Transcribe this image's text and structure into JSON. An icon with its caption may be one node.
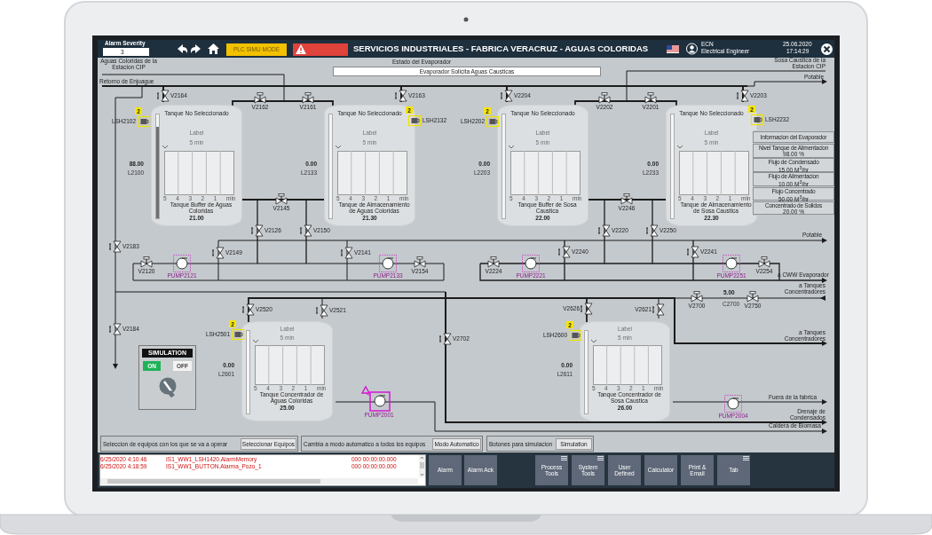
{
  "diagram": {
    "nodes": [
      {
        "text": [
          "Tanque No Seleccionado",
          "Label",
          "5 min",
          "5",
          "4",
          "3",
          "2",
          "1",
          "min",
          "Tanque Buffer de Aguas Coloridas",
          "21.00"
        ],
        "beside": [
          "88.00",
          "L2100"
        ]
      },
      {
        "text": [
          "Tanque No Seleccionado",
          "Label",
          "5 min",
          "5",
          "4",
          "3",
          "2",
          "1",
          "min",
          "Tanque de Almacenamiento de Aguas Coloridas",
          "21.30"
        ],
        "beside": [
          "0.00",
          "L2133"
        ]
      },
      {
        "text": [
          "Tanque No Seleccionado",
          "Label",
          "5 min",
          "5",
          "4",
          "3",
          "2",
          "1",
          "min",
          "Tanque Buffer de Sosa Caustica",
          "22.00"
        ],
        "beside": [
          "0.00",
          "L2203"
        ]
      },
      {
        "text": [
          "Tanque No Seleccionado",
          "Label",
          "5 min",
          "5",
          "4",
          "3",
          "2",
          "1",
          "min",
          "Tanque de Almacenamiento de Sosa Caustica",
          "22.30"
        ],
        "beside": [
          "0.00",
          "L2233"
        ]
      },
      {
        "text": [
          "Label",
          "5 min",
          "5",
          "4",
          "3",
          "2",
          "1",
          "min",
          "Tanque Concentrador de Aguas Coloridas",
          "25.00"
        ],
        "beside": [
          "0.00",
          "L2601"
        ]
      },
      {
        "text": [
          "Label",
          "5 min",
          "5",
          "4",
          "3",
          "2",
          "1",
          "min",
          "Tanque Concentrador de Sosa Caustica",
          "26.00"
        ],
        "beside": [
          "0.00",
          "L2611"
        ]
      },
      {
        "text": [
          "Informacion del Evaporador"
        ]
      },
      {
        "text": [
          "Nivel Tanque de Alimentacion",
          "98.00 %"
        ],
        "in": 6
      },
      {
        "text": [
          "Flujo de Condensado",
          "15.00 M$^{3}$/hr"
        ],
        "in": 6
      },
      {
        "text": [
          "Flujo de Alimentacion",
          "10.00 M$^{3}$/hr"
        ],
        "in": 6
      },
      {
        "text": [
          "Flujo Concentrado",
          "50.00 M$^{3}$/hr"
        ],
        "in": 6
      },
      {
        "text": [
          "Concentrado de Solidos",
          "20.00 %"
        ],
        "in": 6
      },
      {
        "text": [
          "SIMULATION"
        ]
      }
    ],
    "edges": [
      {
        "from": 0,
        "to": 1,
        "arrow": "none"
      },
      {
        "from": 2,
        "to": 3,
        "arrow": "none"
      },
      {
        "from": 0,
        "to": 1,
        "arrow": "none"
      },
      {
        "from": 2,
        "to": 3,
        "arrow": "none"
      },
      {
        "from": 4,
        "to": 5,
        "arrow": "none"
      }
    ],
    "labels": [
      "Alarm Severity",
      "3",
      "PLC SIMU MODE",
      "SERVICIOS INDUSTRIALES - FABRICA VERACRUZ - AGUAS COLORIDAS",
      "ECN",
      "Electrical Engineer",
      "25.06.2020",
      "17:14:29",
      "Estado del Evaporador",
      "Evaporador Solicita Aguas Causticas",
      "Aguas Coloridas de la Estacion CIP",
      "Retorno de Enjuague",
      "Sosa Caustica de la Estacion CIP",
      "Potable",
      "V2164",
      "V2162",
      "V2161",
      "V2163",
      "V2204",
      "V2202",
      "V2201",
      "V2203",
      "2",
      "LSH2102",
      "2",
      "LSH2132",
      "2",
      "LSH2202",
      "2",
      "LSH2232",
      "V2145",
      "V2126",
      "V2150",
      "V2246",
      "V2220",
      "V2250",
      "Potable",
      "V2183",
      "V2149",
      "V2141",
      "V2240",
      "V2241",
      "V2120",
      "PUMP2121",
      "PUMP2133",
      "V2154",
      "V2224",
      "PUMP2221",
      "PUMP2251",
      "V2254",
      "a CWW Evaporador",
      "a Tanques Concentradores",
      "V2700",
      "5.00",
      "C2700",
      "V2750",
      "V2520",
      "V2521",
      "V2626",
      "V2621",
      "V2184",
      "V2702",
      "2",
      "LSH2501",
      "2",
      "LSH2600",
      "a Tanques Concentradores",
      "ON",
      "OFF",
      "PUMP2001",
      "PUMP2004",
      "Fuera de la fabrica",
      "Drenaje de Condensados",
      "Caldera de Biomasa",
      "Seleccion de equipos con los que se va a operar",
      "Seleccionar Equipos",
      "Cambia a modo automatico a todos los equipos",
      "Modo Automatico",
      "Botones para simulacion",
      "Simulation",
      "6/25/2020 4:10:46",
      "IS1_WW1_LSH1420.AlarmMemory",
      "000 00:00:00.000",
      "6/25/2020 4:18:59",
      "IS1_WW1_BUTTON.Alarma_Pozo_1",
      "000 00:00:00.000",
      "Alarm",
      "Alarm Ack",
      "Process Tools",
      "System Tools",
      "User Defined",
      "Calculator",
      "Print & Email",
      "Tab"
    ]
  }
}
